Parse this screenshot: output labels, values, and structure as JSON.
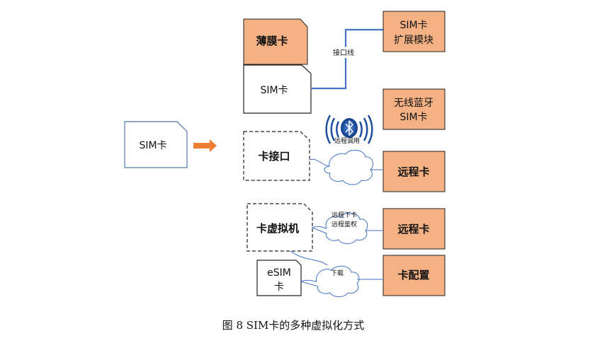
{
  "boxes": {
    "sim_card": "SIM卡",
    "thin_film_card": "薄膜卡",
    "sim_card_stack": "SIM卡",
    "card_interface": "卡接口",
    "card_vm": "卡虚拟机",
    "esim_line1": "eSIM",
    "esim_line2": "卡",
    "sim_expansion_line1": "SIM卡",
    "sim_expansion_line2": "扩展模块",
    "bluetooth_sim_line1": "无线蓝牙",
    "bluetooth_sim_line2": "SIM卡",
    "remote_card_1": "远程卡",
    "remote_card_2": "远程卡",
    "card_config": "卡配置"
  },
  "labels": {
    "interface_cable": "接口线",
    "remote_call": "远程调用",
    "remote_download": "远程下卡",
    "remote_auth": "远程鉴权",
    "download": "下载"
  },
  "caption": "图 8 SIM卡的多种虚拟化方式",
  "colors": {
    "orange_fill": "#f4b183",
    "blue_line": "#4472c4",
    "arrow": "#ed7d31",
    "stroke": "#222222"
  }
}
